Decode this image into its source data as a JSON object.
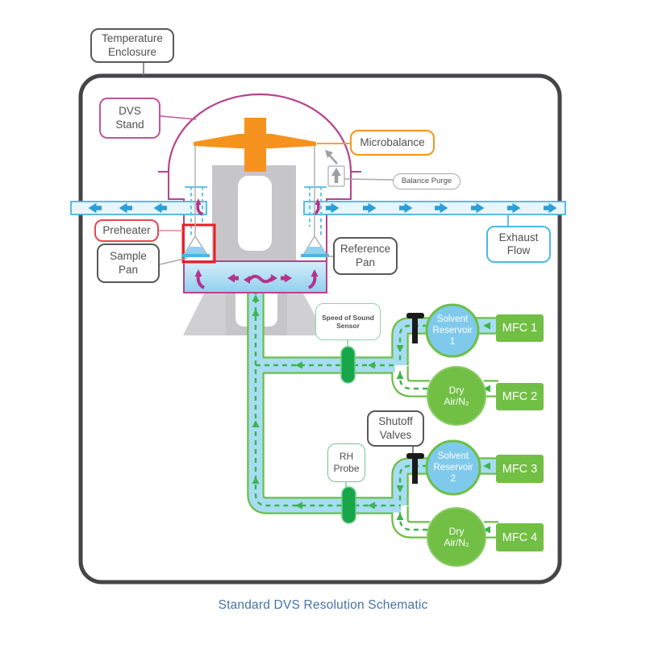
{
  "caption": "Standard DVS Resolution Schematic",
  "labels": {
    "temperature_enclosure": [
      "Temperature",
      "Enclosure"
    ],
    "dvs_stand": [
      "DVS",
      "Stand"
    ],
    "microbalance": "Microbalance",
    "balance_purge": "Balance Purge",
    "preheater": "Preheater",
    "sample_pan": [
      "Sample",
      "Pan"
    ],
    "reference_pan": [
      "Reference",
      "Pan"
    ],
    "exhaust_flow": [
      "Exhaust",
      "Flow"
    ],
    "speed_of_sound_sensor": [
      "Speed of Sound",
      "Sensor"
    ],
    "shutoff_valves": [
      "Shutoff",
      "Valves"
    ],
    "rh_probe": [
      "RH",
      "Probe"
    ]
  },
  "gas_lines": {
    "solvent_reservoir_1": [
      "Solvent",
      "Reservoir",
      "1"
    ],
    "dry_air_1": [
      "Dry",
      "Air/N₂"
    ],
    "solvent_reservoir_2": [
      "Solvent",
      "Reservoir",
      "2"
    ],
    "dry_air_2": [
      "Dry",
      "Air/N₂"
    ],
    "mfc_1": "MFC 1",
    "mfc_2": "MFC 2",
    "mfc_3": "MFC 3",
    "mfc_4": "MFC 4"
  },
  "colors": {
    "enclosure_border": "#454547",
    "magenta": "#b5438e",
    "magenta_arrow": "#b5338a",
    "orange": "#f6921e",
    "cyan_pipe_border": "#4ab5e4",
    "cyan_arrow": "#2a9fd8",
    "green_pipe_border": "#6cbf47",
    "green_arrow": "#3cb54a",
    "sensor_green": "#17a649",
    "humid_pipe_fill": "#a8dcf3",
    "reservoir_blue": "#7fcaec",
    "mfc_green": "#71bf44",
    "preheater_red": "#ed1c24",
    "text_gray": "#4f5052",
    "caption_blue": "#4573a9"
  }
}
